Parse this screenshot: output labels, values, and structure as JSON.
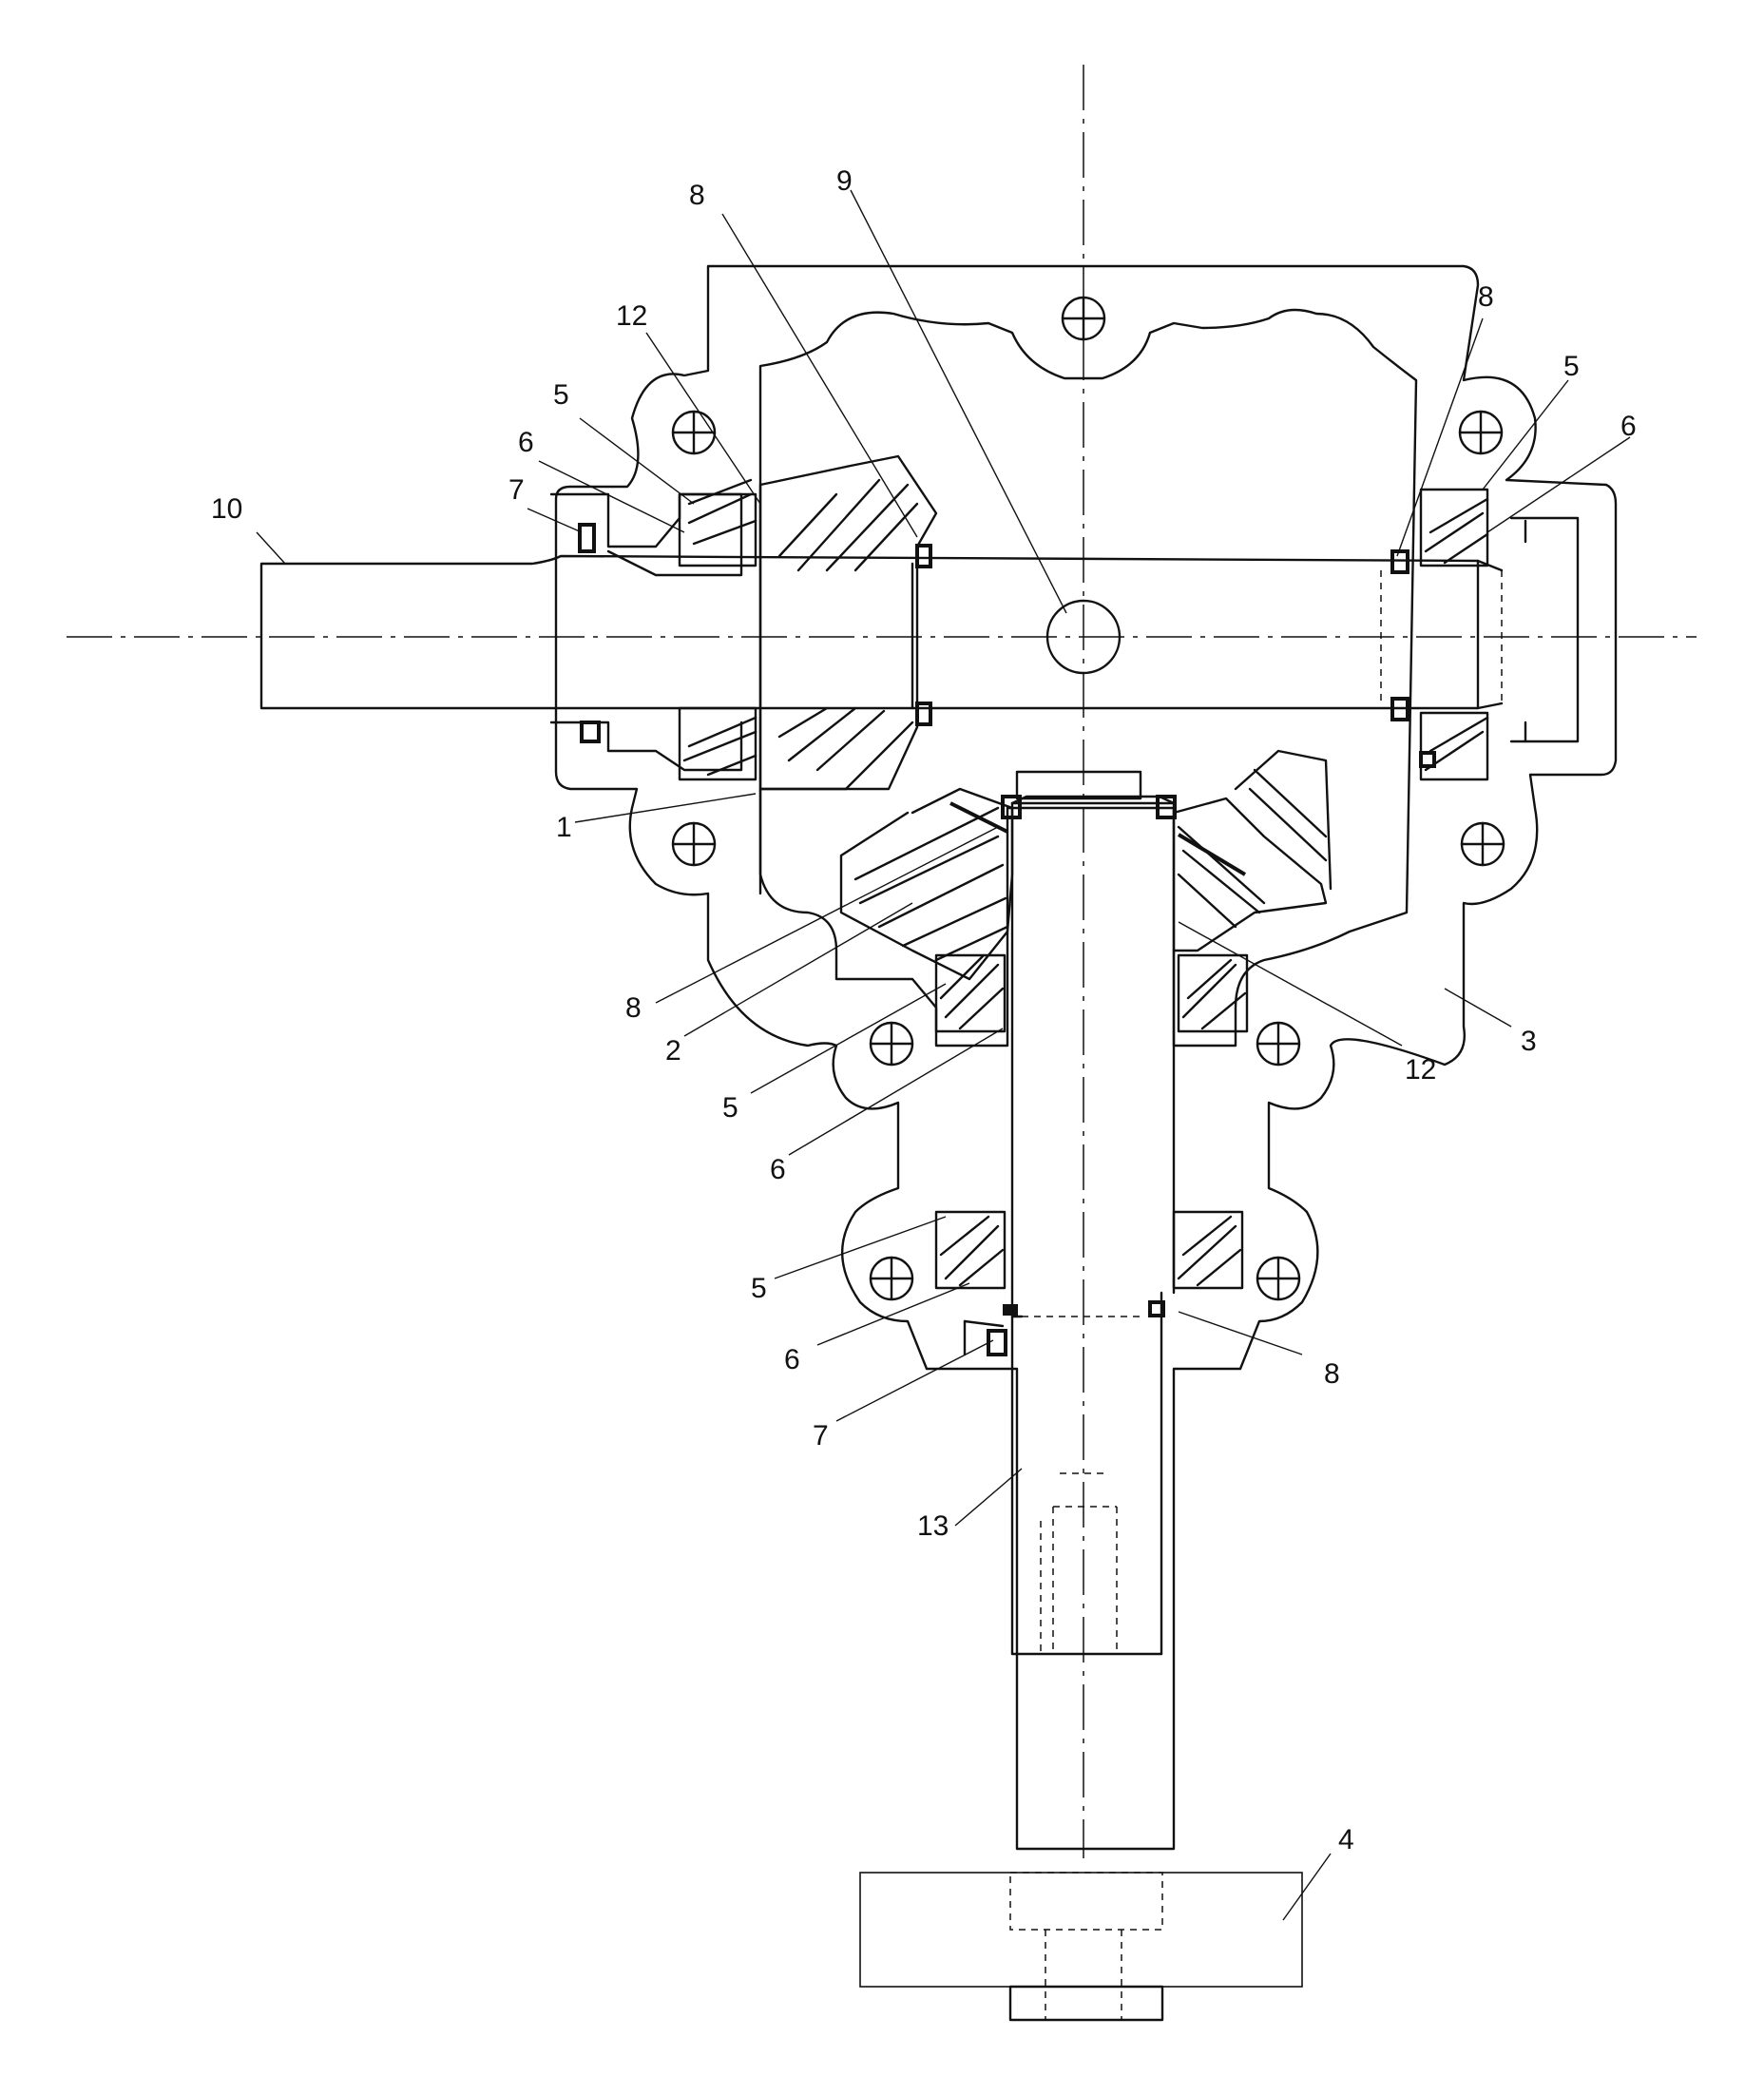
{
  "figure": {
    "callouts": {
      "c1": "1",
      "c2": "2",
      "c3": "3",
      "c4": "4",
      "c5_left_top": "5",
      "c6_left_top": "6",
      "c7_left_top": "7",
      "c8_top": "8",
      "c9": "9",
      "c10": "10",
      "c12_top": "12",
      "c8_right_top": "8",
      "c5_right_top": "5",
      "c6_right_top": "6",
      "c8_mid_left": "8",
      "c12_right": "12",
      "c5_mid": "5",
      "c6_mid": "6",
      "c5_low": "5",
      "c6_low": "6",
      "c7_low": "7",
      "c8_low_right": "8",
      "c13": "13"
    }
  }
}
